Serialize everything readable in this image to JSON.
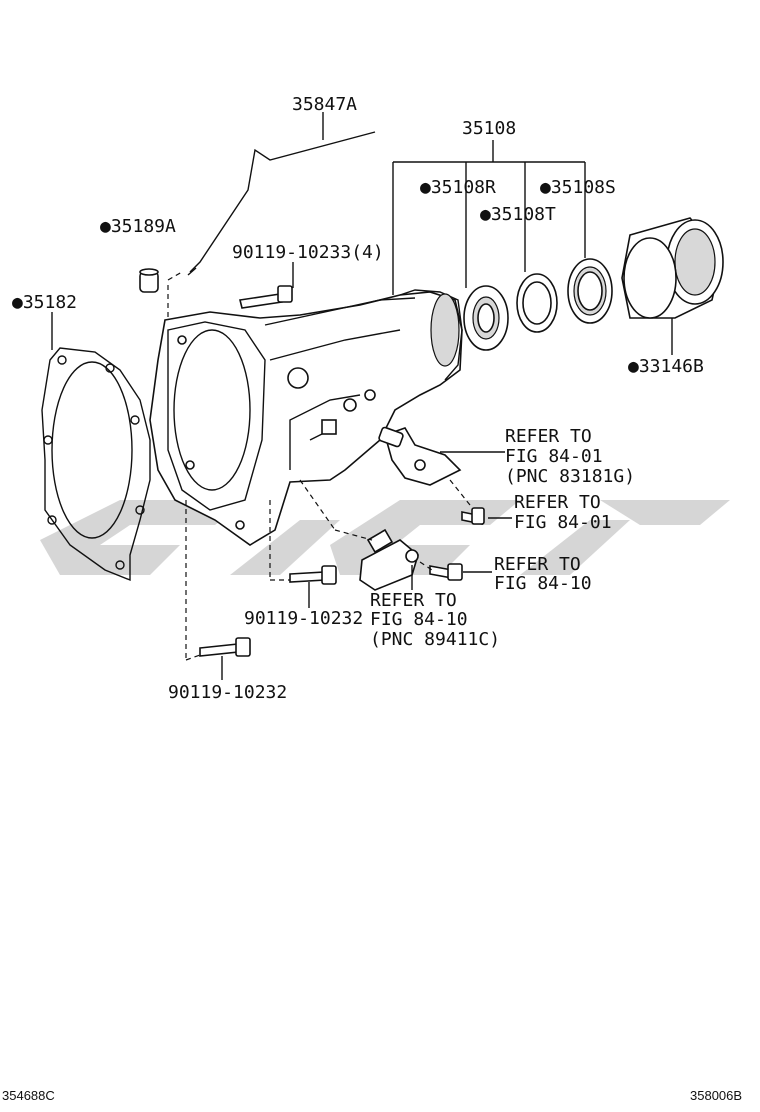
{
  "labels": {
    "p35847A": "35847A",
    "p35108": "35108",
    "p35108R": "●35108R",
    "p35108S": "●35108S",
    "p35108T": "●35108T",
    "p35189A": "●35189A",
    "p90119_10233": "90119-10233(4)",
    "p35182": "●35182",
    "p33146B": "●33146B",
    "refer1_l1": "REFER TO",
    "refer1_l2": "FIG 84-01",
    "refer1_l3": "(PNC 83181G)",
    "refer2_l1": "REFER TO",
    "refer2_l2": "FIG 84-01",
    "refer3_l1": "REFER TO",
    "refer3_l2": "FIG 84-10",
    "refer4_l1": "REFER TO",
    "refer4_l2": "FIG 84-10",
    "refer4_l3": "(PNC 89411C)",
    "p90119_10232a": "90119-10232",
    "p90119_10232b": "90119-10232"
  },
  "footer": {
    "left_code": "354688C",
    "right_code": "358006B"
  }
}
